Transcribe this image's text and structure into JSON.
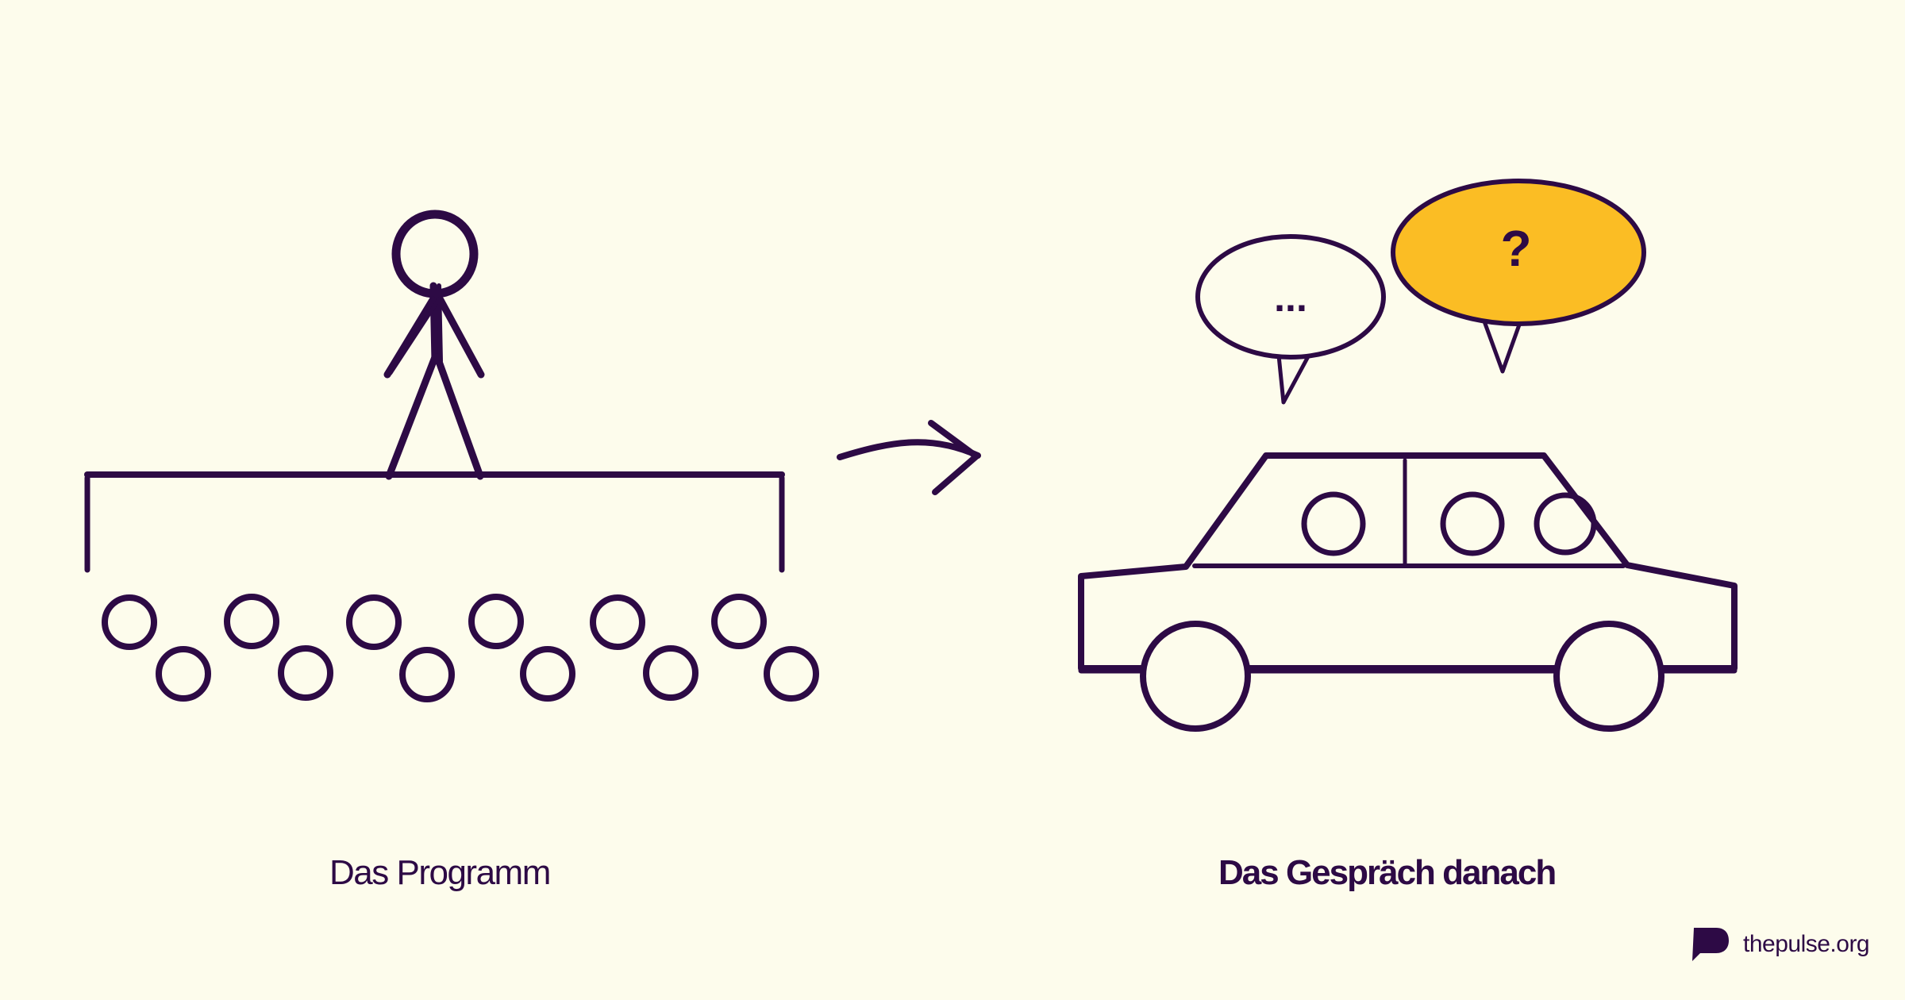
{
  "colors": {
    "background": "#fdfcec",
    "ink": "#2d0a45",
    "accent_yellow": "#fbbd24",
    "bubble_fill": "#fdfcec"
  },
  "left_caption": "Das Programm",
  "right_caption": "Das Gespräch danach",
  "bubble_ellipsis": "...",
  "bubble_question": "?",
  "brand": {
    "text": "thepulse.org",
    "icon": "pulse-logo-icon"
  },
  "icons": [
    "stick-figure-icon",
    "stage-icon",
    "audience-icon",
    "arrow-icon",
    "car-icon",
    "speech-bubble-icon"
  ]
}
